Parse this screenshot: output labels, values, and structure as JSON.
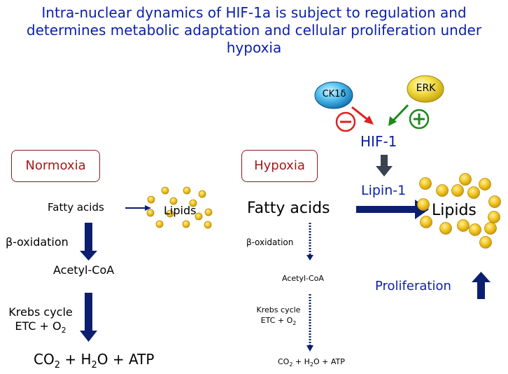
{
  "title": "Intra-nuclear dynamics of HIF-1a is subject to regulation and determines metabolic adaptation and cellular proliferation under hypoxia",
  "regulators": {
    "ck1": "CK1δ",
    "erk": "ERK",
    "minus": "−",
    "plus": "+",
    "hif": "HIF-1",
    "lipin": "Lipin-1"
  },
  "normoxia": {
    "label": "Normoxia",
    "fatty_acids": "Fatty acids",
    "lipids": "Lipids",
    "beta_ox": "β-oxidation",
    "acetyl": "Acetyl-CoA",
    "krebs": "Krebs cycle",
    "etc": "ETC + O",
    "etc_sub": "2",
    "co2": "CO",
    "co2_sub": "2",
    "h2o_mid": " + H",
    "h2o_sub": "2",
    "tail": "O + ATP"
  },
  "hypoxia": {
    "label": "Hypoxia",
    "fatty_acids": "Fatty acids",
    "lipids": "Lipids",
    "beta_ox": "β-oxidation",
    "acetyl": "Acetyl-CoA",
    "krebs": "Krebs cycle",
    "etc": "ETC + O",
    "etc_sub": "2",
    "co2": "CO",
    "co2_sub": "2",
    "h2o_mid": " + H",
    "h2o_sub": "2",
    "tail": "O + ATP",
    "proliferation": "Proliferation"
  },
  "colors": {
    "title": "#0a1fa8",
    "box_border": "#8b1a1a",
    "box_text": "#a31818",
    "arrow_navy": "#0b1f6e",
    "inhibit": "#e02020",
    "activate": "#1a8a1a",
    "droplet": "#f2c21a"
  },
  "icons": {
    "minus": "minus-circle-icon",
    "plus": "plus-circle-icon",
    "ck1": "ck1-oval-icon",
    "erk": "erk-oval-icon",
    "droplet": "lipid-droplet-icon"
  }
}
